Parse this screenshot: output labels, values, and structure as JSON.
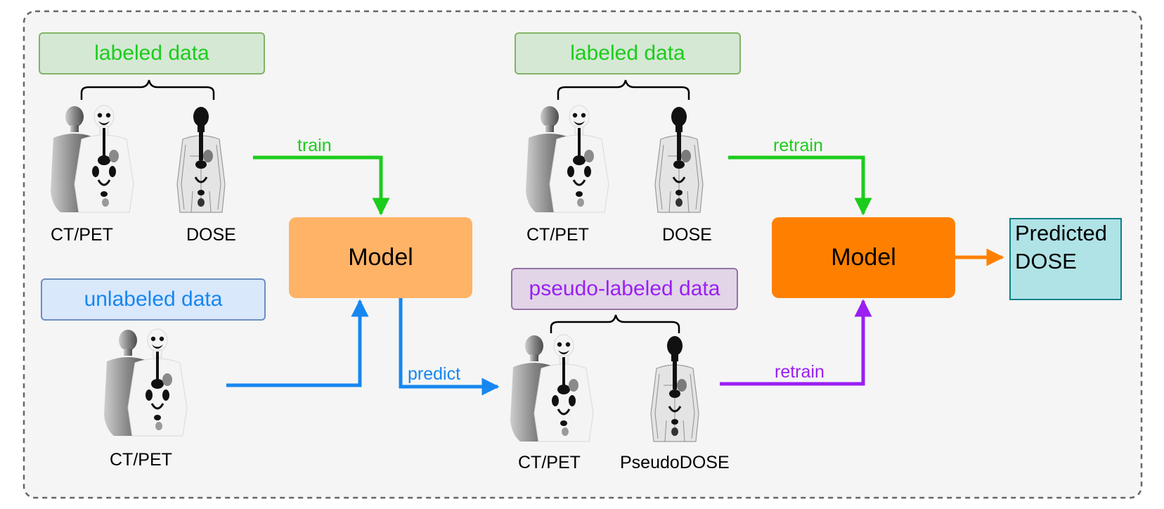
{
  "left": {
    "labeled_box": "labeled data",
    "ctpet_caption": "CT/PET",
    "dose_caption": "DOSE",
    "unlabeled_box": "unlabeled data",
    "unlabeled_ctpet_caption": "CT/PET",
    "train_edge": "train",
    "model": "Model",
    "predict_edge": "predict"
  },
  "right": {
    "labeled_box": "labeled data",
    "ctpet_caption": "CT/PET",
    "dose_caption": "DOSE",
    "retrain_top_edge": "retrain",
    "pseudo_box": "pseudo-labeled data",
    "pseudo_ctpet_caption": "CT/PET",
    "pseudo_dose_caption": "PseudoDOSE",
    "retrain_bottom_edge": "retrain",
    "model": "Model",
    "output_line1": "Predicted",
    "output_line2": "DOSE"
  },
  "colors": {
    "green": "#1ccc1c",
    "blue": "#1687f0",
    "purple": "#9a1ff2",
    "orange": "#ff8000",
    "model_light": "#ffb366",
    "model_dark": "#ff8000"
  },
  "icons": [
    "ct-pet-body-scan-icon",
    "dose-body-map-icon"
  ]
}
